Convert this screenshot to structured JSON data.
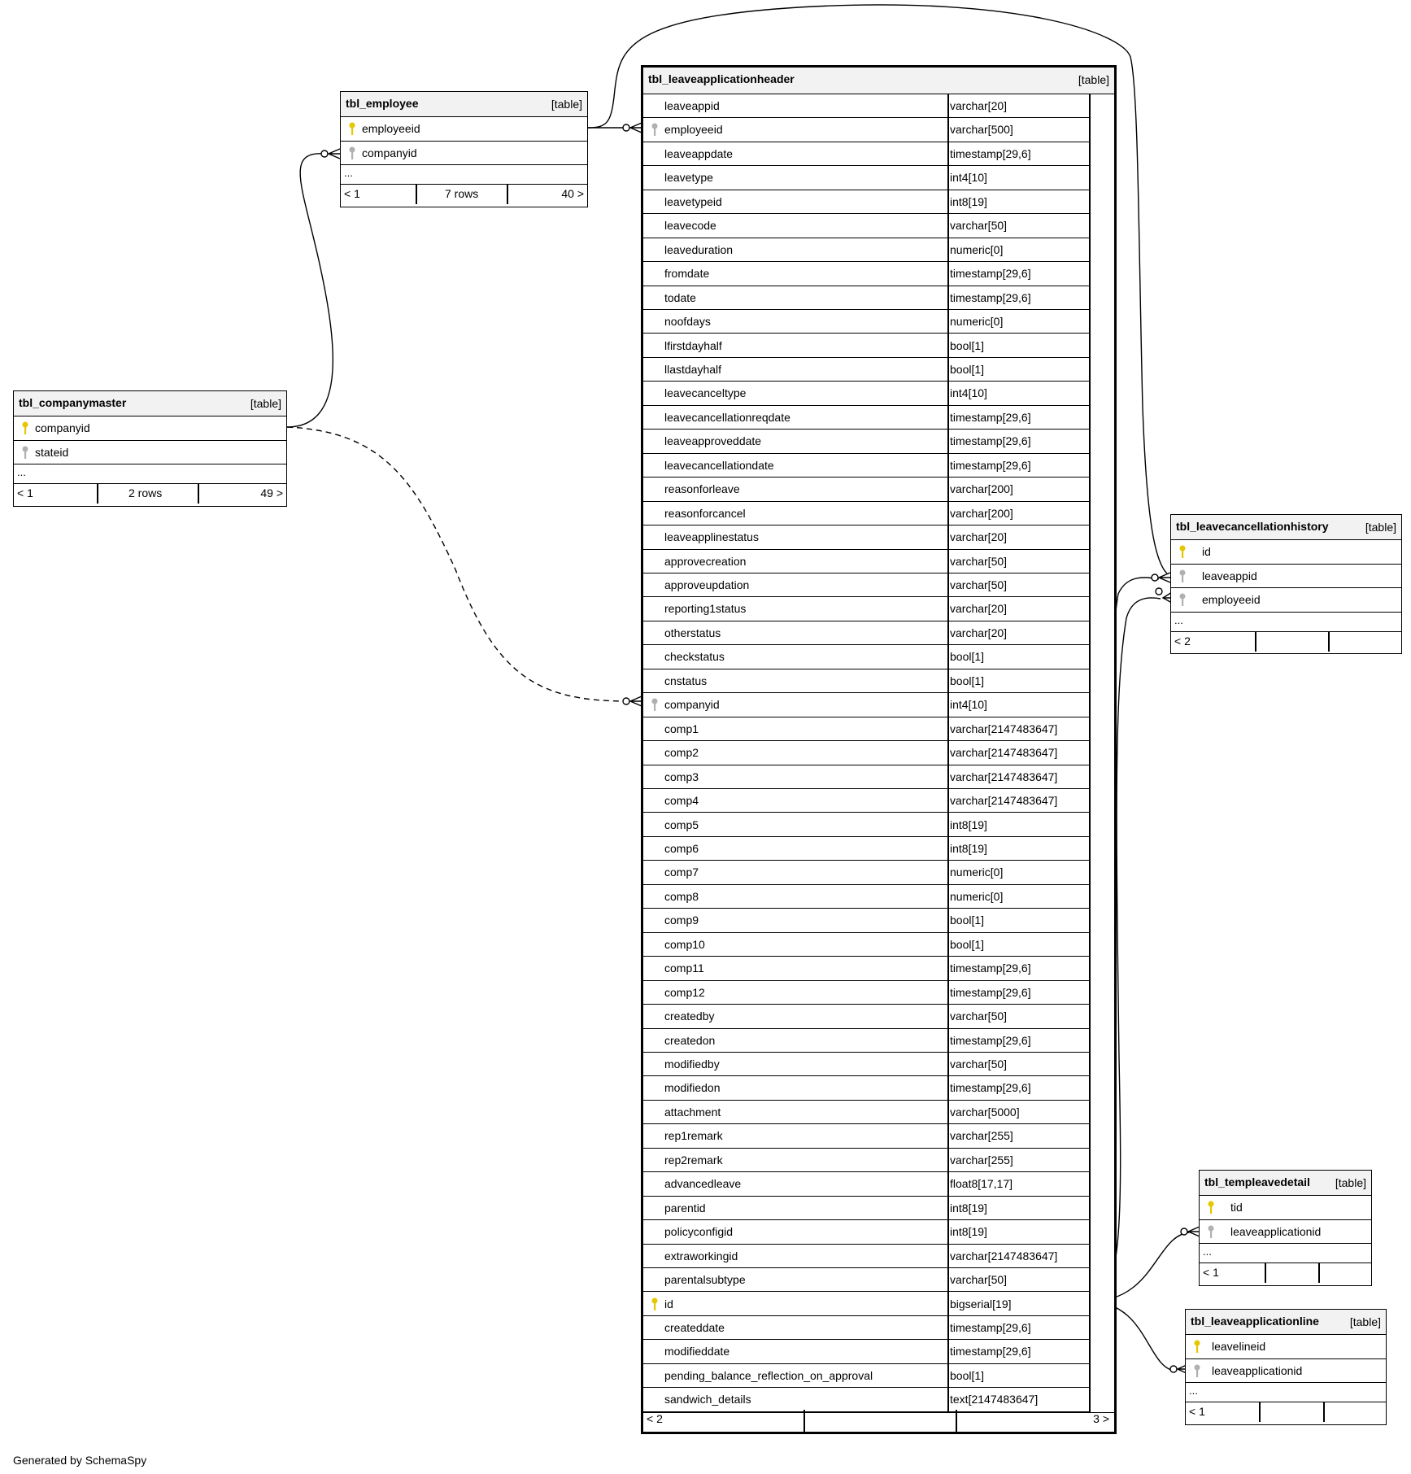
{
  "footer": "Generated by SchemaSpy",
  "colors": {
    "header_bg": "#f2f2f2",
    "primary_key": "#e5c700",
    "foreign_key": "#b0b0b0",
    "line": "#000000"
  },
  "tables": {
    "employee": {
      "name": "tbl_employee",
      "kind": "[table]",
      "columns": [
        {
          "name": "employeeid",
          "key": "primary-key-icon"
        },
        {
          "name": "companyid",
          "key": "foreign-key-icon"
        }
      ],
      "ellipsis": "...",
      "footer": {
        "left": "< 1",
        "mid": "7 rows",
        "right": "40 >"
      }
    },
    "companymaster": {
      "name": "tbl_companymaster",
      "kind": "[table]",
      "columns": [
        {
          "name": "companyid",
          "key": "primary-key-icon"
        },
        {
          "name": "stateid",
          "key": "foreign-key-icon"
        }
      ],
      "ellipsis": "...",
      "footer": {
        "left": "< 1",
        "mid": "2 rows",
        "right": "49 >"
      }
    },
    "leaveapplicationheader": {
      "name": "tbl_leaveapplicationheader",
      "kind": "[table]",
      "columns": [
        {
          "name": "leaveappid",
          "type": "varchar[20]",
          "key": ""
        },
        {
          "name": "employeeid",
          "type": "varchar[500]",
          "key": "foreign-key-icon"
        },
        {
          "name": "leaveappdate",
          "type": "timestamp[29,6]",
          "key": ""
        },
        {
          "name": "leavetype",
          "type": "int4[10]",
          "key": ""
        },
        {
          "name": "leavetypeid",
          "type": "int8[19]",
          "key": ""
        },
        {
          "name": "leavecode",
          "type": "varchar[50]",
          "key": ""
        },
        {
          "name": "leaveduration",
          "type": "numeric[0]",
          "key": ""
        },
        {
          "name": "fromdate",
          "type": "timestamp[29,6]",
          "key": ""
        },
        {
          "name": "todate",
          "type": "timestamp[29,6]",
          "key": ""
        },
        {
          "name": "noofdays",
          "type": "numeric[0]",
          "key": ""
        },
        {
          "name": "lfirstdayhalf",
          "type": "bool[1]",
          "key": ""
        },
        {
          "name": "llastdayhalf",
          "type": "bool[1]",
          "key": ""
        },
        {
          "name": "leavecanceltype",
          "type": "int4[10]",
          "key": ""
        },
        {
          "name": "leavecancellationreqdate",
          "type": "timestamp[29,6]",
          "key": ""
        },
        {
          "name": "leaveapproveddate",
          "type": "timestamp[29,6]",
          "key": ""
        },
        {
          "name": "leavecancellationdate",
          "type": "timestamp[29,6]",
          "key": ""
        },
        {
          "name": "reasonforleave",
          "type": "varchar[200]",
          "key": ""
        },
        {
          "name": "reasonforcancel",
          "type": "varchar[200]",
          "key": ""
        },
        {
          "name": "leaveapplinestatus",
          "type": "varchar[20]",
          "key": ""
        },
        {
          "name": "approvecreation",
          "type": "varchar[50]",
          "key": ""
        },
        {
          "name": "approveupdation",
          "type": "varchar[50]",
          "key": ""
        },
        {
          "name": "reporting1status",
          "type": "varchar[20]",
          "key": ""
        },
        {
          "name": "otherstatus",
          "type": "varchar[20]",
          "key": ""
        },
        {
          "name": "checkstatus",
          "type": "bool[1]",
          "key": ""
        },
        {
          "name": "cnstatus",
          "type": "bool[1]",
          "key": ""
        },
        {
          "name": "companyid",
          "type": "int4[10]",
          "key": "foreign-key-icon"
        },
        {
          "name": "comp1",
          "type": "varchar[2147483647]",
          "key": ""
        },
        {
          "name": "comp2",
          "type": "varchar[2147483647]",
          "key": ""
        },
        {
          "name": "comp3",
          "type": "varchar[2147483647]",
          "key": ""
        },
        {
          "name": "comp4",
          "type": "varchar[2147483647]",
          "key": ""
        },
        {
          "name": "comp5",
          "type": "int8[19]",
          "key": ""
        },
        {
          "name": "comp6",
          "type": "int8[19]",
          "key": ""
        },
        {
          "name": "comp7",
          "type": "numeric[0]",
          "key": ""
        },
        {
          "name": "comp8",
          "type": "numeric[0]",
          "key": ""
        },
        {
          "name": "comp9",
          "type": "bool[1]",
          "key": ""
        },
        {
          "name": "comp10",
          "type": "bool[1]",
          "key": ""
        },
        {
          "name": "comp11",
          "type": "timestamp[29,6]",
          "key": ""
        },
        {
          "name": "comp12",
          "type": "timestamp[29,6]",
          "key": ""
        },
        {
          "name": "createdby",
          "type": "varchar[50]",
          "key": ""
        },
        {
          "name": "createdon",
          "type": "timestamp[29,6]",
          "key": ""
        },
        {
          "name": "modifiedby",
          "type": "varchar[50]",
          "key": ""
        },
        {
          "name": "modifiedon",
          "type": "timestamp[29,6]",
          "key": ""
        },
        {
          "name": "attachment",
          "type": "varchar[5000]",
          "key": ""
        },
        {
          "name": "rep1remark",
          "type": "varchar[255]",
          "key": ""
        },
        {
          "name": "rep2remark",
          "type": "varchar[255]",
          "key": ""
        },
        {
          "name": "advancedleave",
          "type": "float8[17,17]",
          "key": ""
        },
        {
          "name": "parentid",
          "type": "int8[19]",
          "key": ""
        },
        {
          "name": "policyconfigid",
          "type": "int8[19]",
          "key": ""
        },
        {
          "name": "extraworkingid",
          "type": "varchar[2147483647]",
          "key": ""
        },
        {
          "name": "parentalsubtype",
          "type": "varchar[50]",
          "key": ""
        },
        {
          "name": "id",
          "type": "bigserial[19]",
          "key": "primary-key-icon"
        },
        {
          "name": "createddate",
          "type": "timestamp[29,6]",
          "key": ""
        },
        {
          "name": "modifieddate",
          "type": "timestamp[29,6]",
          "key": ""
        },
        {
          "name": "pending_balance_reflection_on_approval",
          "type": "bool[1]",
          "key": ""
        },
        {
          "name": "sandwich_details",
          "type": "text[2147483647]",
          "key": ""
        }
      ],
      "footer": {
        "left": "< 2",
        "mid": "",
        "right": "3 >"
      }
    },
    "leavecancellationhistory": {
      "name": "tbl_leavecancellationhistory",
      "kind": "[table]",
      "columns": [
        {
          "name": "id",
          "key": "primary-key-icon"
        },
        {
          "name": "leaveappid",
          "key": "foreign-key-icon"
        },
        {
          "name": "employeeid",
          "key": "foreign-key-icon"
        }
      ],
      "ellipsis": "...",
      "footer": {
        "left": "< 2",
        "mid": "",
        "right": ""
      }
    },
    "templeavedetail": {
      "name": "tbl_templeavedetail",
      "kind": "[table]",
      "columns": [
        {
          "name": "tid",
          "key": "primary-key-icon"
        },
        {
          "name": "leaveapplicationid",
          "key": "foreign-key-icon"
        }
      ],
      "ellipsis": "...",
      "footer": {
        "left": "< 1",
        "mid": "",
        "right": ""
      }
    },
    "leaveapplicationline": {
      "name": "tbl_leaveapplicationline",
      "kind": "[table]",
      "columns": [
        {
          "name": "leavelineid",
          "key": "primary-key-icon"
        },
        {
          "name": "leaveapplicationid",
          "key": "foreign-key-icon"
        }
      ],
      "ellipsis": "...",
      "footer": {
        "left": "< 1",
        "mid": "",
        "right": ""
      }
    }
  }
}
